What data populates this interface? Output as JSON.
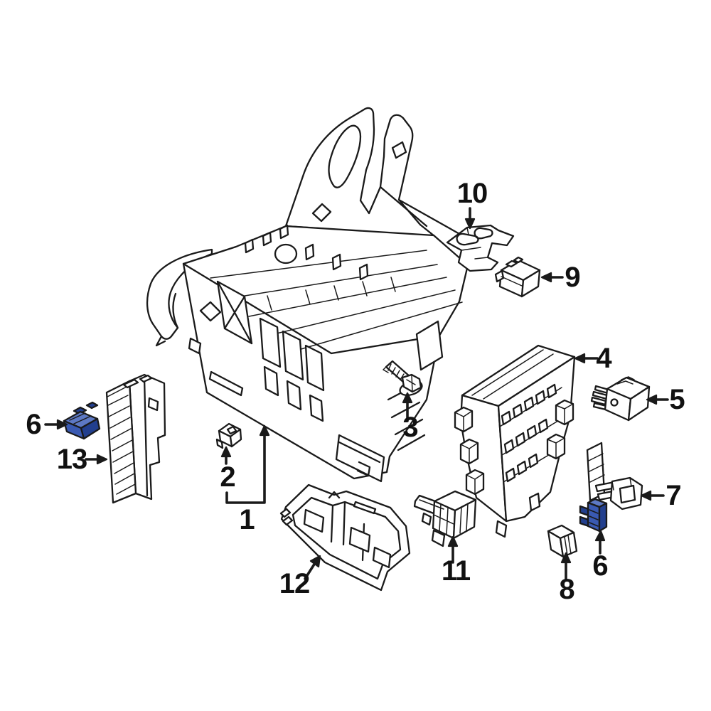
{
  "diagram": {
    "background_color": "#ffffff",
    "line_color": "#1a1a1a",
    "label_color": "#111111",
    "highlight_colors": {
      "top": "#5d79c4",
      "face": "#3a5ab2",
      "side": "#223f8e"
    },
    "callouts": [
      {
        "label": "1",
        "highlighted": false
      },
      {
        "label": "2",
        "highlighted": false
      },
      {
        "label": "3",
        "highlighted": false
      },
      {
        "label": "4",
        "highlighted": false
      },
      {
        "label": "5",
        "highlighted": false
      },
      {
        "label": "6",
        "highlighted": true,
        "position": "left"
      },
      {
        "label": "6",
        "highlighted": true,
        "position": "right"
      },
      {
        "label": "7",
        "highlighted": false
      },
      {
        "label": "8",
        "highlighted": false
      },
      {
        "label": "9",
        "highlighted": false
      },
      {
        "label": "10",
        "highlighted": false
      },
      {
        "label": "11",
        "highlighted": false
      },
      {
        "label": "12",
        "highlighted": false
      },
      {
        "label": "13",
        "highlighted": false
      }
    ]
  }
}
